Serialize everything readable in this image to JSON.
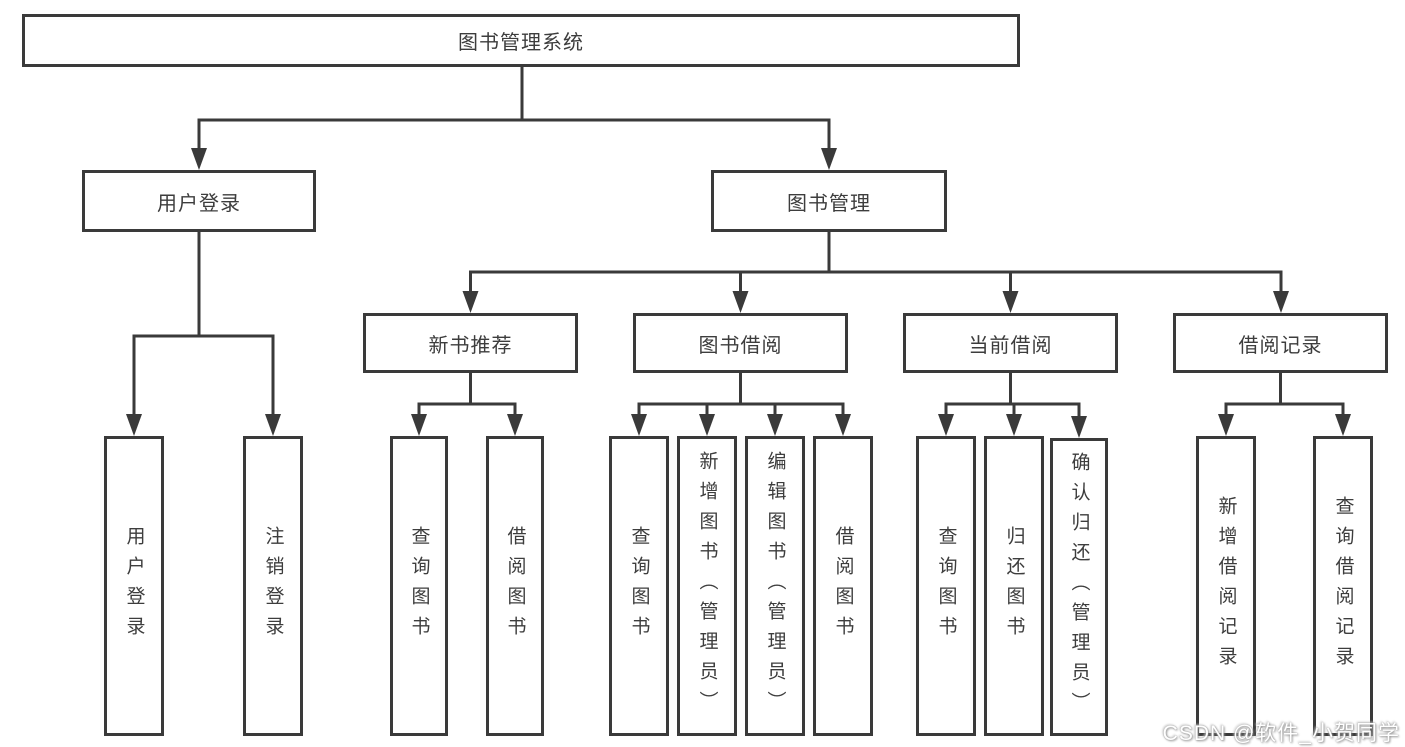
{
  "diagram_title": "图书管理系统",
  "colors": {
    "line": "#3a3a3a",
    "text": "#3d3d3d",
    "background": "#ffffff",
    "watermark_text": "#ffffff"
  },
  "tree": {
    "label": "图书管理系统",
    "children": [
      {
        "label": "用户登录",
        "children": [
          {
            "label": "用户登录"
          },
          {
            "label": "注销登录"
          }
        ]
      },
      {
        "label": "图书管理",
        "children": [
          {
            "label": "新书推荐",
            "children": [
              {
                "label": "查询图书"
              },
              {
                "label": "借阅图书"
              }
            ]
          },
          {
            "label": "图书借阅",
            "children": [
              {
                "label": "查询图书"
              },
              {
                "label": "新增图书（管理员）"
              },
              {
                "label": "编辑图书（管理员）"
              },
              {
                "label": "借阅图书"
              }
            ]
          },
          {
            "label": "当前借阅",
            "children": [
              {
                "label": "查询图书"
              },
              {
                "label": "归还图书"
              },
              {
                "label": "确认归还（管理员）"
              }
            ]
          },
          {
            "label": "借阅记录",
            "children": [
              {
                "label": "新增借阅记录"
              },
              {
                "label": "查询借阅记录"
              }
            ]
          }
        ]
      }
    ]
  },
  "watermark": "CSDN @软件_小贺同学"
}
